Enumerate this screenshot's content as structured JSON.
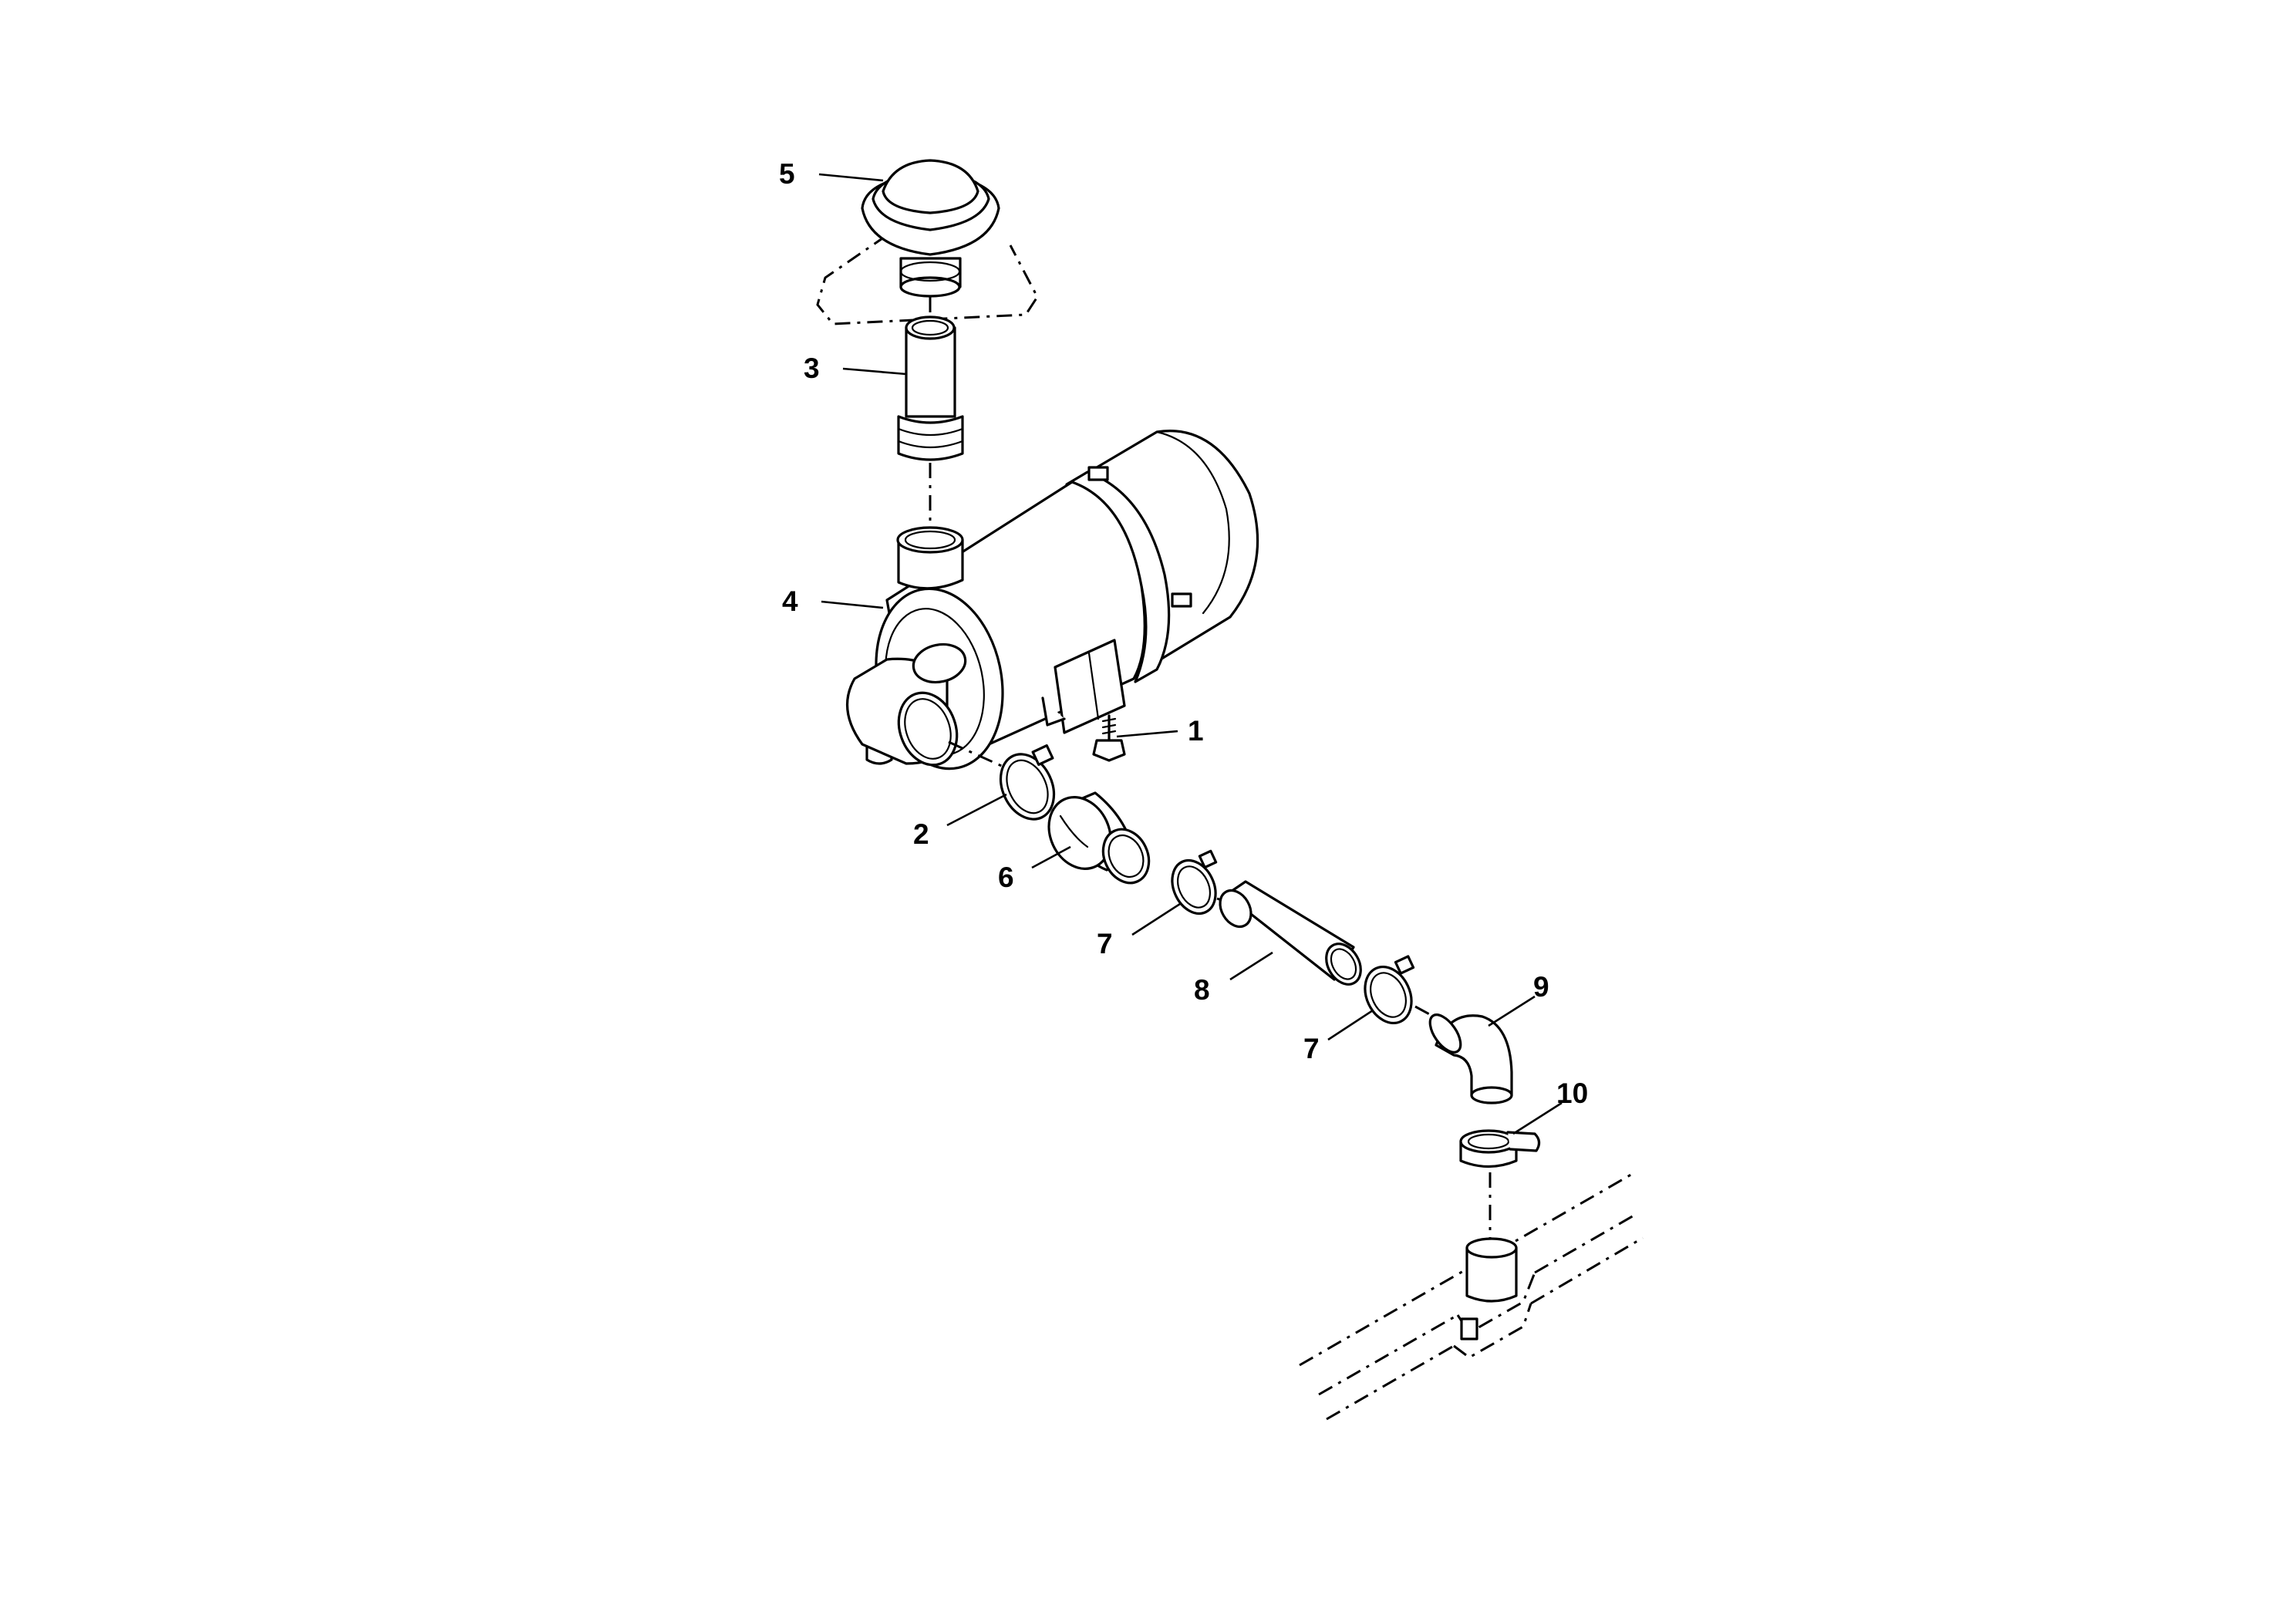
{
  "callouts": [
    {
      "id": "1",
      "label": "1"
    },
    {
      "id": "2",
      "label": "2"
    },
    {
      "id": "3",
      "label": "3"
    },
    {
      "id": "4",
      "label": "4"
    },
    {
      "id": "5",
      "label": "5"
    },
    {
      "id": "6",
      "label": "6"
    },
    {
      "id": "7a",
      "label": "7"
    },
    {
      "id": "7b",
      "label": "7"
    },
    {
      "id": "8",
      "label": "8"
    },
    {
      "id": "9",
      "label": "9"
    },
    {
      "id": "10",
      "label": "10"
    }
  ],
  "colors": {
    "ink": "#000000",
    "paper": "#ffffff"
  }
}
